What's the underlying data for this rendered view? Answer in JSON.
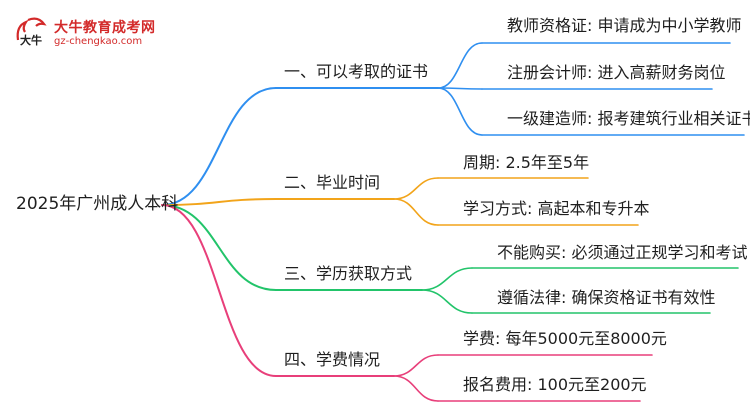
{
  "logo": {
    "title": "大牛教育成考网",
    "url": "gz-chengkao.com",
    "mark_text": "大牛"
  },
  "colors": {
    "blue": "#2f8ff0",
    "orange": "#f2a41a",
    "green": "#22c46a",
    "pink": "#e83f7a"
  },
  "mindmap": {
    "root": "2025年广州成人本科",
    "branches": [
      {
        "label": "一、可以考取的证书",
        "color": "blue",
        "children": [
          "教师资格证: 申请成为中小学教师",
          "注册会计师: 进入高薪财务岗位",
          "一级建造师: 报考建筑行业相关证书"
        ]
      },
      {
        "label": "二、毕业时间",
        "color": "orange",
        "children": [
          "周期: 2.5年至5年",
          "学习方式: 高起本和专升本"
        ]
      },
      {
        "label": "三、学历获取方式",
        "color": "green",
        "children": [
          "不能购买: 必须通过正规学习和考试",
          "遵循法律: 确保资格证书有效性"
        ]
      },
      {
        "label": "四、学费情况",
        "color": "pink",
        "children": [
          "学费: 每年5000元至8000元",
          "报名费用: 100元至200元"
        ]
      }
    ]
  }
}
